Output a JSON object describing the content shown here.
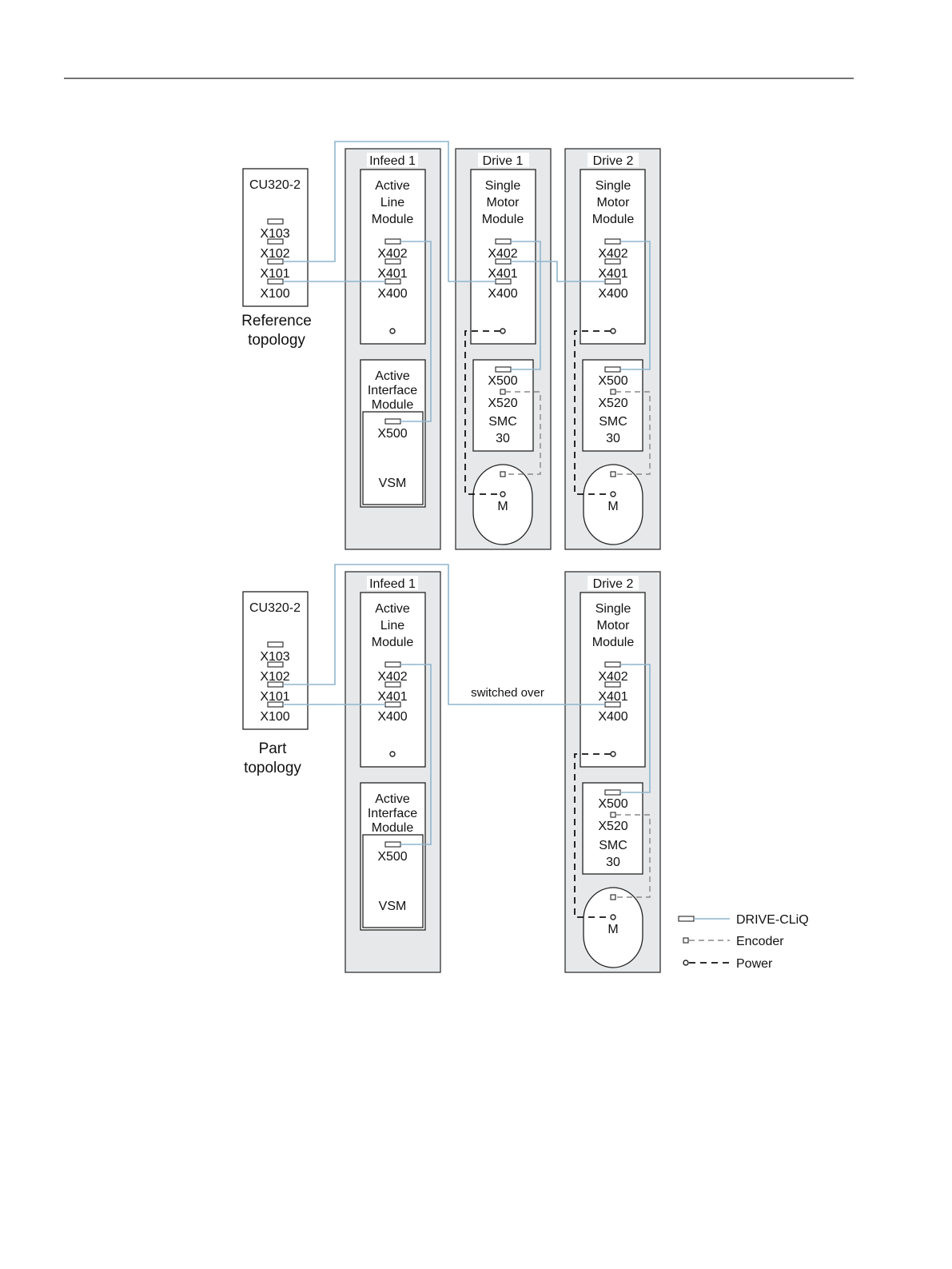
{
  "reference": {
    "cu_title": "CU320-2",
    "cu_ports": [
      "X103",
      "X102",
      "X101",
      "X100"
    ],
    "caption_line1": "Reference",
    "caption_line2": "topology",
    "infeed": {
      "tab": "Infeed 1",
      "alm_line1": "Active",
      "alm_line2": "Line",
      "alm_line3": "Module",
      "ports": [
        "X402",
        "X401",
        "X400"
      ],
      "aim_line1": "Active",
      "aim_line2": "Interface",
      "aim_line3": "Module",
      "aim_port": "X500",
      "vsm": "VSM"
    },
    "drive1": {
      "tab": "Drive 1",
      "smm_line1": "Single",
      "smm_line2": "Motor",
      "smm_line3": "Module",
      "ports": [
        "X402",
        "X401",
        "X400"
      ],
      "smc_ports": [
        "X500",
        "X520"
      ],
      "smc_line1": "SMC",
      "smc_line2": "30",
      "motor": "M"
    },
    "drive2": {
      "tab": "Drive 2",
      "smm_line1": "Single",
      "smm_line2": "Motor",
      "smm_line3": "Module",
      "ports": [
        "X402",
        "X401",
        "X400"
      ],
      "smc_ports": [
        "X500",
        "X520"
      ],
      "smc_line1": "SMC",
      "smc_line2": "30",
      "motor": "M"
    }
  },
  "part": {
    "cu_title": "CU320-2",
    "cu_ports": [
      "X103",
      "X102",
      "X101",
      "X100"
    ],
    "caption_line1": "Part",
    "caption_line2": "topology",
    "infeed": {
      "tab": "Infeed 1",
      "alm_line1": "Active",
      "alm_line2": "Line",
      "alm_line3": "Module",
      "ports": [
        "X402",
        "X401",
        "X400"
      ],
      "aim_line1": "Active",
      "aim_line2": "Interface",
      "aim_line3": "Module",
      "aim_port": "X500",
      "vsm": "VSM"
    },
    "switched_label": "switched over",
    "drive2": {
      "tab": "Drive 2",
      "smm_line1": "Single",
      "smm_line2": "Motor",
      "smm_line3": "Module",
      "ports": [
        "X402",
        "X401",
        "X400"
      ],
      "smc_ports": [
        "X500",
        "X520"
      ],
      "smc_line1": "SMC",
      "smc_line2": "30",
      "motor": "M"
    }
  },
  "legend": {
    "drive_cliq": "DRIVE-CLiQ",
    "encoder": "Encoder",
    "power": "Power"
  },
  "colors": {
    "drive_cliq_line": "#8fb6cf",
    "encoder_line": "#888888",
    "power_line": "#111111",
    "panel_fill": "#e6e8ea"
  }
}
